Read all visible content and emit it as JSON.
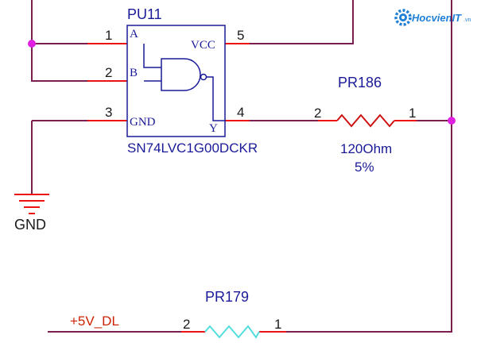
{
  "watermark": {
    "brand": "HocvienIT",
    "suffix": ".vn"
  },
  "ic": {
    "ref": "PU11",
    "part": "SN74LVC1G00DCKR",
    "pins": [
      {
        "num": "1",
        "name": "A"
      },
      {
        "num": "2",
        "name": "B"
      },
      {
        "num": "3",
        "name": "GND"
      },
      {
        "num": "5",
        "name": "VCC"
      },
      {
        "num": "4",
        "name": "Y"
      }
    ]
  },
  "resistor_top": {
    "ref": "PR186",
    "value": "120Ohm",
    "tolerance": "5%",
    "pin_left": "2",
    "pin_right": "1"
  },
  "resistor_bottom": {
    "ref": "PR179",
    "pin_left": "2",
    "pin_right": "1"
  },
  "ground": {
    "label": "GND"
  },
  "net": {
    "label": "+5V_DL"
  },
  "colors": {
    "wire": "#7a1f4f",
    "pin": "#ee1111",
    "body": "#1a1a99",
    "junction": "#e020e0",
    "resistor_alt": "#55dddd",
    "net_label": "#cc2200"
  }
}
